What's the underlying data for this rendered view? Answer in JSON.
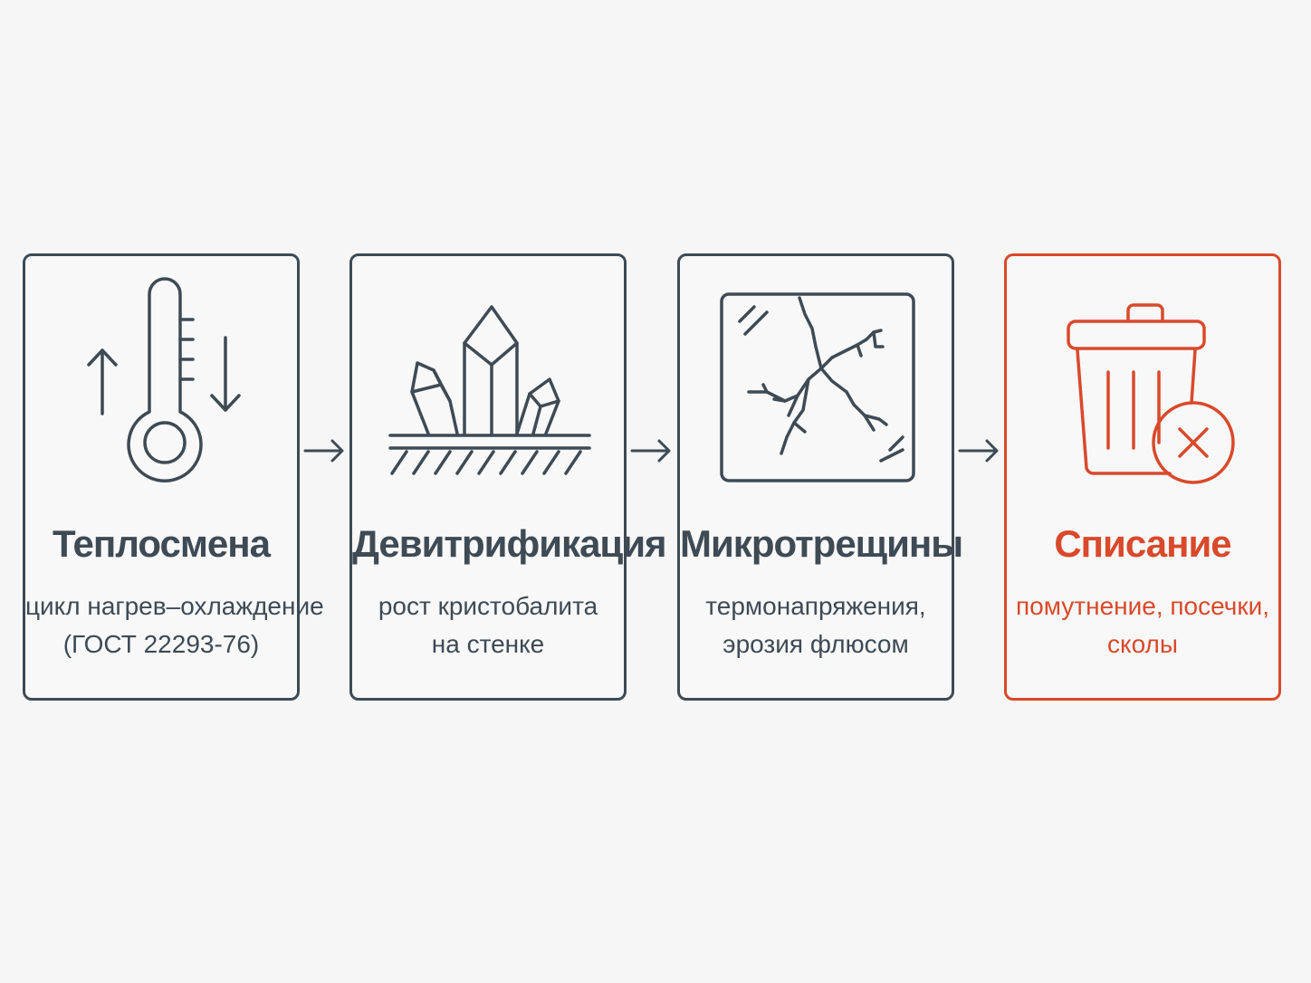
{
  "steps": [
    {
      "title": "Теплосмена",
      "desc": [
        "цикл нагрев–охлаждение",
        "(ГОСТ 22293-76)"
      ],
      "icon": "thermometer-icon"
    },
    {
      "title": "Девитрификация",
      "desc": [
        "рост кристобалита",
        "на стенке"
      ],
      "icon": "crystals-icon"
    },
    {
      "title": "Микротрещины",
      "desc": [
        "термонапряжения,",
        "эрозия флюсом"
      ],
      "icon": "cracked-glass-icon"
    },
    {
      "title": "Списание",
      "desc": [
        "помутнение, посечки,",
        "сколы"
      ],
      "icon": "trash-cancel-icon"
    }
  ],
  "colors": {
    "stroke": "#3e4a54",
    "accent": "#d9492b",
    "background": "#f6f6f6"
  }
}
